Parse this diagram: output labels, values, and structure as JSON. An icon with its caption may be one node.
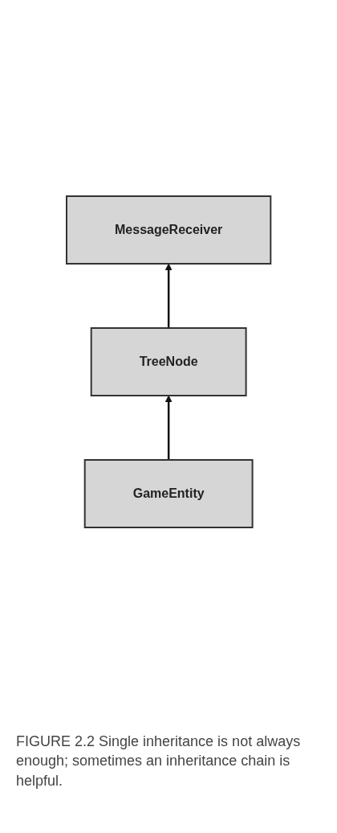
{
  "diagram": {
    "caption": "FIGURE 2.2 Single inheritance is not always enough; sometimes an inheritance chain is helpful.",
    "nodes": [
      {
        "text": [
          "MessageReceiver"
        ]
      },
      {
        "text": [
          "TreeNode"
        ]
      },
      {
        "text": [
          "GameEntity"
        ]
      }
    ],
    "edges": [
      {
        "from": 1,
        "to": 0,
        "arrow": "to"
      },
      {
        "from": 2,
        "to": 1,
        "arrow": "to"
      }
    ]
  }
}
